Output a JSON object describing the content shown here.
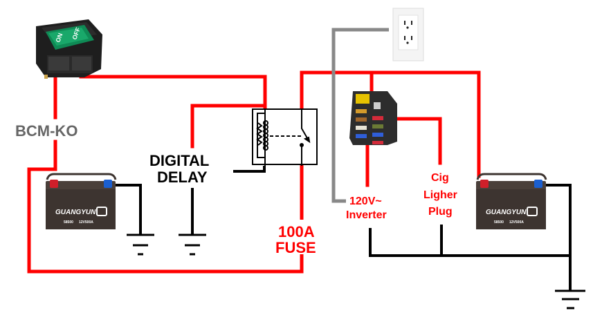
{
  "diagram": {
    "title": "Dual battery wiring with digital delay relay, inverter and cigarette lighter plug",
    "colors": {
      "positive_wire": "#ff0000",
      "ground_wire": "#000000",
      "ac_wire": "#888888",
      "label_red": "#ff0000",
      "label_gray": "#666666",
      "label_black": "#000000",
      "switch_green": "#0f8a55",
      "battery_body": "#3d3430"
    },
    "labels": {
      "switch": "BCM-KO",
      "delay_line1": "DIGITAL",
      "delay_line2": "DELAY",
      "fuse_line1": "100A",
      "fuse_line2": "FUSE",
      "inverter_line1": "120V~",
      "inverter_line2": "Inverter",
      "cig_line1": "Cig",
      "cig_line2": "Ligher",
      "cig_line3": "Plug"
    },
    "switch": {
      "on_text": "ON",
      "off_text": "OFF"
    },
    "batteries": [
      {
        "brand": "GUANGYUN",
        "model": "58500",
        "rating": "12V500A"
      },
      {
        "brand": "GUANGYUN",
        "model": "58500",
        "rating": "12V500A"
      }
    ],
    "components": [
      "rocker-switch",
      "battery-1",
      "digital-delay",
      "relay",
      "100a-fuse",
      "ac-outlet",
      "fuse-block",
      "inverter",
      "cig-lighter-plug",
      "battery-2"
    ]
  }
}
